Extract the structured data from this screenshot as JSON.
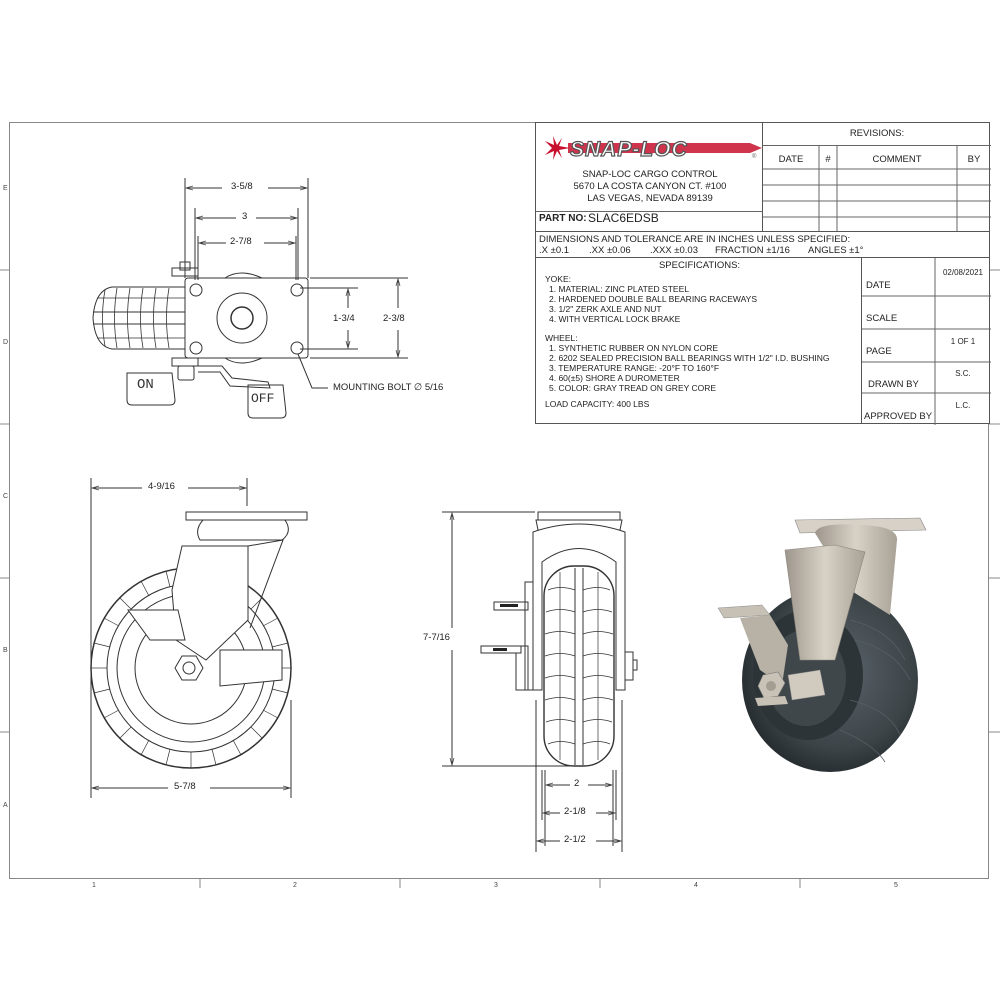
{
  "border": {
    "columns": [
      "1",
      "2",
      "3",
      "4",
      "5"
    ],
    "rows": [
      "E",
      "D",
      "C",
      "B",
      "A"
    ]
  },
  "title_block": {
    "logo_text": "SNAP-LOC",
    "logo_mark": "®",
    "company_name": "SNAP-LOC CARGO CONTROL",
    "address_line1": "5670 LA COSTA CANYON CT. #100",
    "address_line2": "LAS VEGAS, NEVADA 89139",
    "part_no_label": "PART NO:",
    "part_no_value": "SLAC6EDSB",
    "revisions": {
      "title": "REVISIONS:",
      "headers": [
        "DATE",
        "#",
        "COMMENT",
        "BY"
      ],
      "rows": [
        [
          "",
          "",
          "",
          ""
        ],
        [
          "",
          "",
          "",
          ""
        ],
        [
          "",
          "",
          "",
          ""
        ],
        [
          "",
          "",
          "",
          ""
        ]
      ]
    },
    "tolerance": {
      "heading": "DIMENSIONS AND TOLERANCE ARE IN INCHES UNLESS SPECIFIED:",
      "x": ".X  ±0.1",
      "xx": ".XX  ±0.06",
      "xxx": ".XXX  ±0.03",
      "fraction": "FRACTION  ±1/16",
      "angles": "ANGLES  ±1°"
    },
    "specifications": {
      "title": "SPECIFICATIONS:",
      "yoke_heading": "YOKE:",
      "yoke": [
        "1. MATERIAL: ZINC PLATED STEEL",
        "2. HARDENED DOUBLE BALL BEARING RACEWAYS",
        "3. 1/2\" ZERK AXLE AND NUT",
        "4. WITH VERTICAL LOCK BRAKE"
      ],
      "wheel_heading": "WHEEL:",
      "wheel": [
        "1. SYNTHETIC RUBBER ON NYLON CORE",
        "2. 6202 SEALED PRECISION BALL BEARINGS WITH 1/2\" I.D. BUSHING",
        "3. TEMPERATURE RANGE: -20°F TO 160°F",
        "4. 60(±5) SHORE A DUROMETER",
        "5. COLOR: GRAY TREAD ON GREY CORE"
      ],
      "load_capacity": "LOAD CAPACITY: 400 LBS"
    },
    "info": [
      {
        "label": "DATE",
        "value": "02/08/2021"
      },
      {
        "label": "SCALE",
        "value": ""
      },
      {
        "label": "PAGE",
        "value": "1 OF 1"
      },
      {
        "label": "DRAWN BY",
        "value": "S.C."
      },
      {
        "label": "APPROVED BY",
        "value": "L.C."
      }
    ]
  },
  "top_view": {
    "dims": {
      "overall_width": "3-5/8",
      "hole_span_outer": "3",
      "hole_span_inner": "2-7/8",
      "hole_span_vertical": "1-3/4",
      "plate_height": "2-3/8"
    },
    "callout": "MOUNTING BOLT ∅ 5/16",
    "brake_on": "ON",
    "brake_off": "OFF"
  },
  "side_view": {
    "dims": {
      "offset": "4-9/16",
      "overall_width": "5-7/8"
    }
  },
  "front_view": {
    "dims": {
      "height": "7-7/16",
      "tread": "2",
      "wheel_width": "2-1/8",
      "overall_width": "2-1/2"
    }
  },
  "colors": {
    "logo_red": "#c8102e",
    "line": "#333333",
    "tire_dark": "#3c4448",
    "steel": "#c9c3b8"
  }
}
